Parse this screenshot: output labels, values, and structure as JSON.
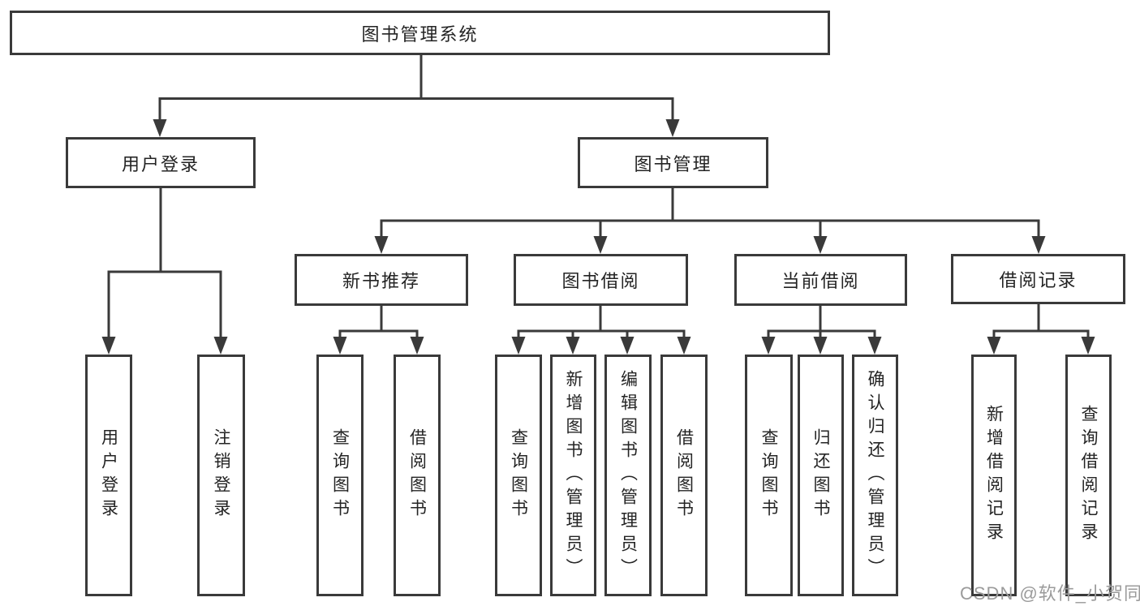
{
  "diagram": {
    "watermark": "CSDN @软件_小贺同学",
    "colors": {
      "line": "#3a3a3a",
      "text": "#242424",
      "watermark": "#9b9b9b",
      "background": "#ffffff"
    },
    "tree": {
      "label": "图书管理系统",
      "children": [
        {
          "label": "用户登录",
          "children": [
            {
              "label": "用户登录"
            },
            {
              "label": "注销登录"
            }
          ]
        },
        {
          "label": "图书管理",
          "children": [
            {
              "label": "新书推荐",
              "children": [
                {
                  "label": "查询图书"
                },
                {
                  "label": "借阅图书"
                }
              ]
            },
            {
              "label": "图书借阅",
              "children": [
                {
                  "label": "查询图书"
                },
                {
                  "label": "新增图书（管理员）"
                },
                {
                  "label": "编辑图书（管理员）"
                },
                {
                  "label": "借阅图书"
                }
              ]
            },
            {
              "label": "当前借阅",
              "children": [
                {
                  "label": "查询图书"
                },
                {
                  "label": "归还图书"
                },
                {
                  "label": "确认归还（管理员）"
                }
              ]
            },
            {
              "label": "借阅记录",
              "children": [
                {
                  "label": "新增借阅记录"
                },
                {
                  "label": "查询借阅记录"
                }
              ]
            }
          ]
        }
      ]
    }
  }
}
